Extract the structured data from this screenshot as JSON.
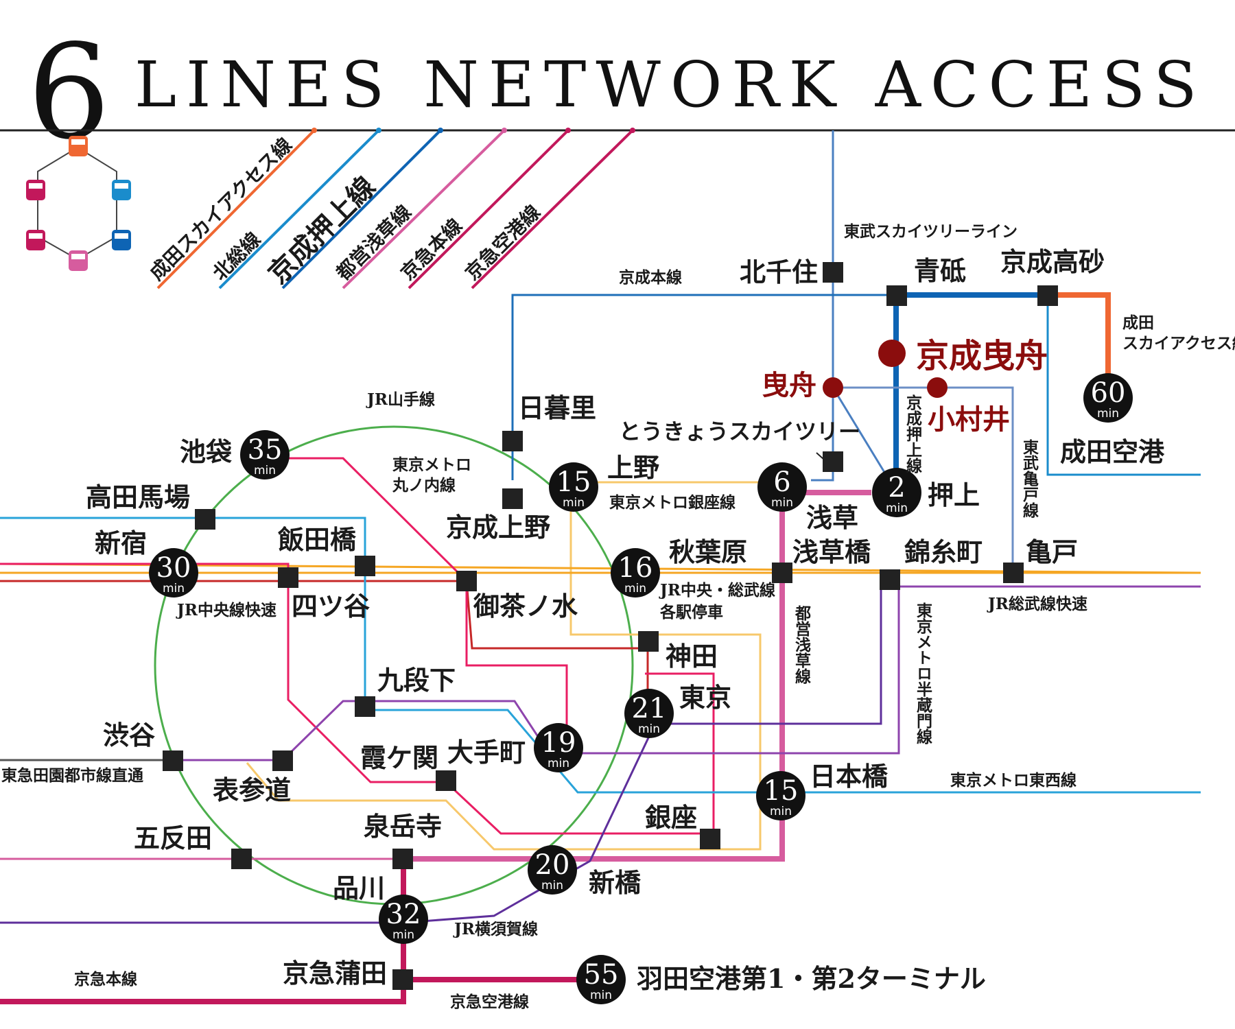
{
  "title": {
    "number": "6",
    "text": "LINES NETWORK ACCESS"
  },
  "colors": {
    "narita_sky_access": "#ef6732",
    "hokuso": "#1a8ccc",
    "keisei_oshiage": "#0e64b4",
    "toei_asakusa": "#d65c9e",
    "keikyu_main": "#c2185b",
    "keikyu_airport": "#c2185b",
    "jr_yamanote": "#4cae4c",
    "chuo": "#c62828",
    "sobu": "#f5a623",
    "marunouchi": "#e91e63",
    "ginza": "#f7c86b",
    "hanzomon": "#8e44ad",
    "tozai": "#29a3d9",
    "tobu_skytree": "#4a7fc1",
    "yokosuka": "#5e2f9b",
    "keisei_main": "#1e6fb8",
    "station": "#222222",
    "time_circle": "#111111",
    "highlight": "#8b0d0d"
  },
  "legend": {
    "lines": [
      "成田スカイアクセス線",
      "北総線",
      "京成押上線",
      "都営浅草線",
      "京急本線",
      "京急空港線"
    ],
    "train_icons": [
      "train-orange-icon",
      "train-blue-icon",
      "train-blue-icon",
      "train-pink-icon",
      "train-magenta-icon",
      "train-magenta-icon"
    ]
  },
  "line_labels": {
    "tobu_skytree": "東武スカイツリーライン",
    "keisei_main": "京成本線",
    "narita_sky_access": [
      "成田",
      "スカイアクセス線"
    ],
    "keisei_oshiage": "京成押上線",
    "tobu_kameido": "東武亀戸線",
    "yamanote": "JR山手線",
    "marunouchi": [
      "東京メトロ",
      "丸ノ内線"
    ],
    "ginza": "東京メトロ銀座線",
    "chuo_rapid": "JR中央線快速",
    "chuo_sobu_local": [
      "JR中央・総武線",
      "各駅停車"
    ],
    "sobu_rapid": "JR総武線快速",
    "hanzomon": "東京メトロ半蔵門線",
    "toei_asakusa": "都営浅草線",
    "tozai": "東京メトロ東西線",
    "tokyu_den_en_toshi": "東急田園都市線直通",
    "yokosuka": "JR横須賀線",
    "keikyu_main": "京急本線",
    "keikyu_airport": "京急空港線"
  },
  "stations": {
    "kitasenju": "北千住",
    "aoto": "青砥",
    "keisei_takasago": "京成高砂",
    "keisei_hikifune": "京成曳舟",
    "hikifune": "曳舟",
    "omurai": "小村井",
    "narita_airport": "成田空港",
    "skytree": "とうきょうスカイツリー",
    "oshiage": "押上",
    "asakusa": "浅草",
    "asakusabashi": "浅草橋",
    "kinshicho": "錦糸町",
    "kameido": "亀戸",
    "nippori": "日暮里",
    "ueno": "上野",
    "keisei_ueno": "京成上野",
    "ikebukuro": "池袋",
    "takadanobaba": "高田馬場",
    "shinjuku": "新宿",
    "iidabashi": "飯田橋",
    "yotsuya": "四ツ谷",
    "ochanomizu": "御茶ノ水",
    "akihabara": "秋葉原",
    "kanda": "神田",
    "kudanshita": "九段下",
    "tokyo": "東京",
    "otemachi": "大手町",
    "kasumigaseki": "霞ケ関",
    "nihonbashi": "日本橋",
    "shibuya": "渋谷",
    "omotesando": "表参道",
    "ginza": "銀座",
    "gotanda": "五反田",
    "sengakuji": "泉岳寺",
    "shinbashi": "新橋",
    "shinagawa": "品川",
    "keikyu_kamata": "京急蒲田",
    "haneda": "羽田空港第1・第2ターミナル"
  },
  "times": {
    "narita_airport": "60",
    "oshiage": "2",
    "asakusa": "6",
    "ueno": "15",
    "ikebukuro": "35",
    "shinjuku": "30",
    "akihabara": "16",
    "tokyo": "21",
    "otemachi": "19",
    "nihonbashi": "15",
    "shinbashi": "20",
    "shinagawa": "32",
    "haneda": "55",
    "unit": "min"
  }
}
